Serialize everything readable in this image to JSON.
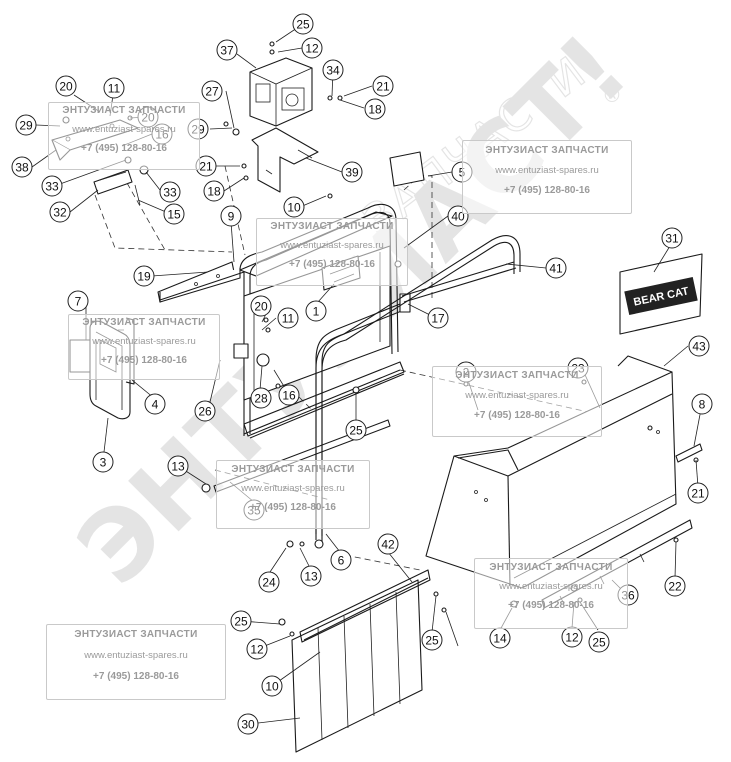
{
  "watermark": {
    "big_text": "ЭНТУЗИАСТ!",
    "arc_text": "ЗАПЧАСТИ",
    "registered_mark": "®"
  },
  "watermark_boxes": [
    {
      "title": "ЭНТУЗИАСТ ЗАПЧАСТИ",
      "site": "www.entuziast-spares.ru",
      "phone": "+7 (495) 128-80-16"
    },
    {
      "title": "ЭНТУЗИАСТ ЗАПЧАСТИ",
      "site": "www.entuziast-spares.ru",
      "phone": "+7 (495) 128-80-16"
    },
    {
      "title": "ЭНТУЗИАСТ ЗАПЧАСТИ",
      "site": "www.entuziast-spares.ru",
      "phone": "+7 (495) 128-80-16"
    },
    {
      "title": "ЭНТУЗИАСТ ЗАПЧАСТИ",
      "site": "www.entuziast-spares.ru",
      "phone": "+7 (495) 128-80-16"
    },
    {
      "title": "ЭНТУЗИАСТ ЗАПЧАСТИ",
      "site": "www.entuziast-spares.ru",
      "phone": "+7 (495) 128-80-16"
    },
    {
      "title": "ЭНТУЗИАСТ ЗАПЧАСТИ",
      "site": "www.entuziast-spares.ru",
      "phone": "+7 (495) 128-80-16"
    },
    {
      "title": "ЭНТУЗИАСТ ЗАПЧАСТИ",
      "site": "www.entuziast-spares.ru",
      "phone": "+7 (495) 128-80-16"
    },
    {
      "title": "ЭНТУЗИАСТ ЗАПЧАСТИ",
      "site": "www.entuziast-spares.ru",
      "phone": "+7 (495) 128-80-16"
    }
  ],
  "decal": {
    "brand": "BEAR CAT"
  },
  "callouts": [
    "25",
    "12",
    "37",
    "34",
    "21",
    "18",
    "20",
    "11",
    "20",
    "27",
    "29",
    "29",
    "16",
    "38",
    "33",
    "33",
    "21",
    "18",
    "39",
    "32",
    "15",
    "10",
    "5",
    "9",
    "40",
    "19",
    "1",
    "41",
    "31",
    "7",
    "20",
    "11",
    "17",
    "26",
    "4",
    "28",
    "16",
    "2",
    "23",
    "43",
    "3",
    "25",
    "8",
    "13",
    "35",
    "21",
    "6",
    "42",
    "13",
    "24",
    "22",
    "36",
    "25",
    "12",
    "14",
    "12",
    "25",
    "10",
    "30",
    "25"
  ]
}
